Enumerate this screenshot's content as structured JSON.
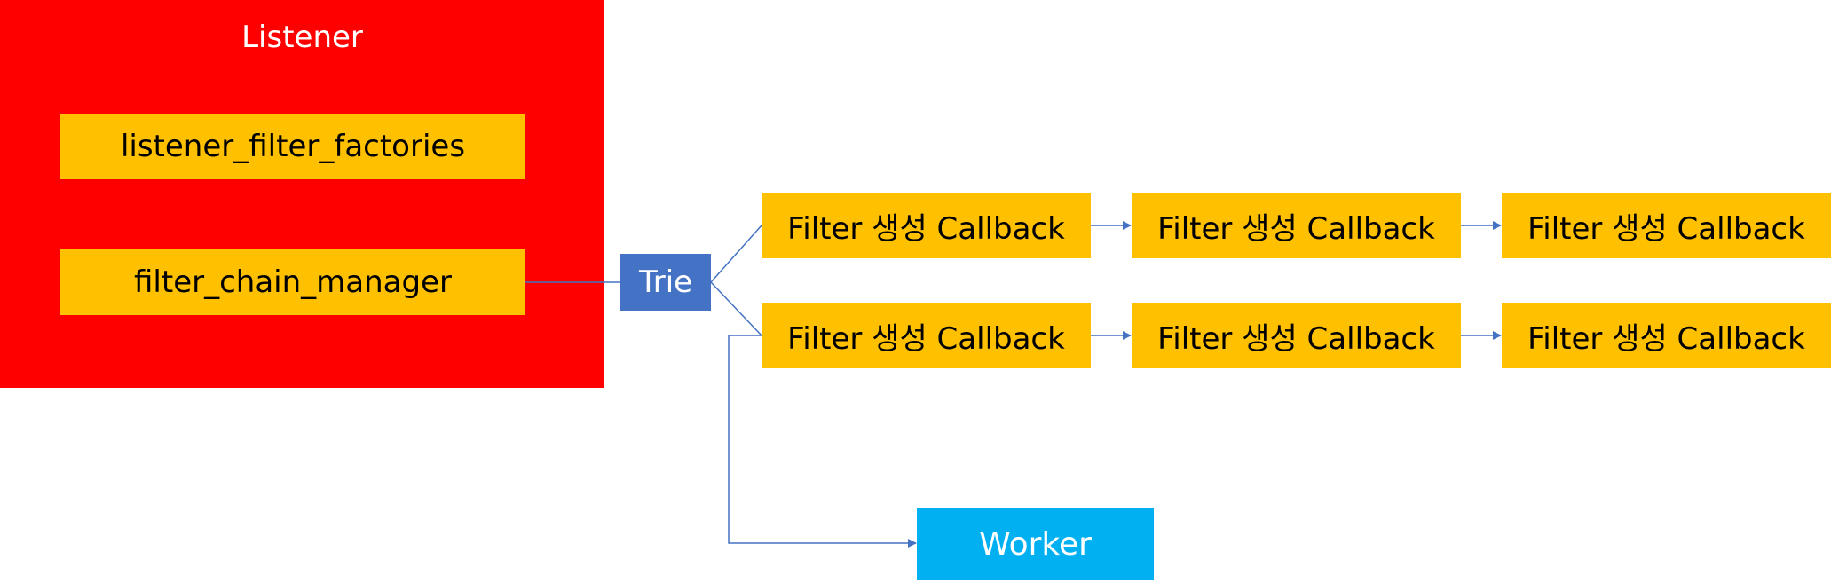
{
  "listener": {
    "title": "Listener",
    "items": [
      "listener_filter_factories",
      "filter_chain_manager"
    ]
  },
  "trie": {
    "label": "Trie"
  },
  "filter_rows": [
    [
      "Filter 생성 Callback",
      "Filter 생성 Callback",
      "Filter 생성 Callback"
    ],
    [
      "Filter 생성 Callback",
      "Filter 생성 Callback",
      "Filter 생성 Callback"
    ]
  ],
  "worker": {
    "label": "Worker"
  },
  "colors": {
    "listener_bg": "#ff0000",
    "box_amber": "#ffc000",
    "trie_bg": "#4472c4",
    "worker_bg": "#00b0f0",
    "connector": "#4472c4"
  }
}
